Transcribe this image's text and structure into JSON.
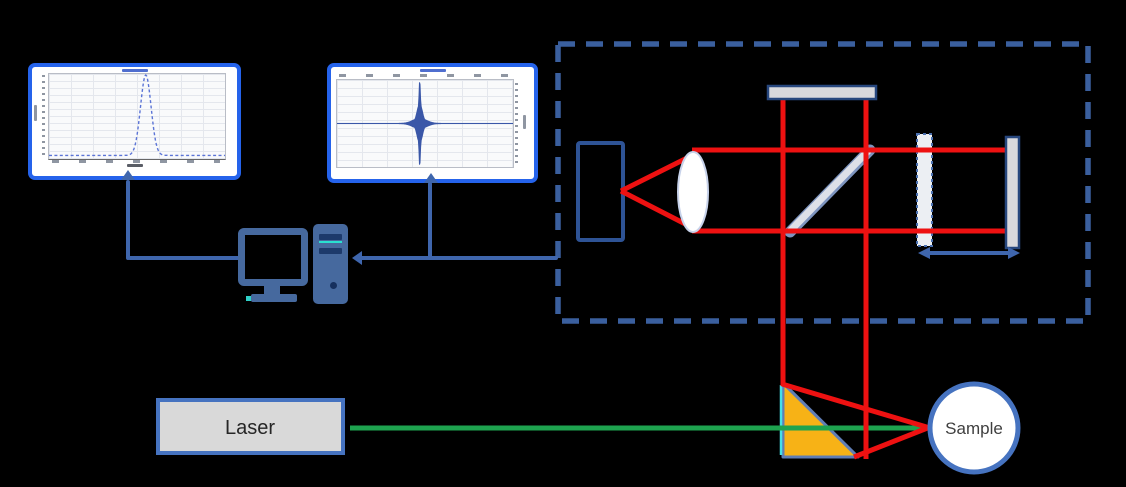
{
  "labels": {
    "laser": "Laser",
    "sample": "Sample"
  },
  "colors": {
    "background": "#000000",
    "screen_border": "#2563eb",
    "connector_blue": "#3f66ad",
    "enclosure_dash": "#3a5f9e",
    "beam_red": "#ee1111",
    "laser_green": "#1ea34f",
    "prism_fill": "#f7b216",
    "prism_edge": "#5f7db5",
    "prism_left_edge": "#45e0e8",
    "mirror_fill": "#d9d9dd",
    "mirror_edge": "#27477e",
    "component_blue": "#2e5395",
    "computer_icon": "#46699e",
    "sample_border": "#4673c0",
    "laser_fill": "#d9d9d9",
    "chart_curve": "#5b74d6",
    "interferogram_fill": "#3a57a8",
    "interferogram_midline": "#a9bcdd"
  },
  "chart_data": [
    {
      "id": "spectrum",
      "type": "line",
      "line_style": "dashed",
      "description": "narrow spectral peak rising from a flat baseline (monitor display, axis tick labels too small to read)",
      "x_range": [
        0,
        1
      ],
      "y_range": [
        0,
        1
      ],
      "baseline": 0.02,
      "peak": {
        "center": 0.55,
        "sigma": 0.03,
        "height": 1.0
      },
      "grid": true,
      "legend": "none"
    },
    {
      "id": "interferogram",
      "type": "line",
      "description": "interferogram centre-burst: tall narrow spike with symmetric bulge about the zero-path-difference point (monitor display, axis tick labels too small to read)",
      "x_range": [
        0,
        1
      ],
      "midline": 0.5,
      "burst": {
        "center": 0.47,
        "spike_sigma": 0.0065,
        "spike_amp": 1.0,
        "bulge_sigma": 0.022,
        "bulge_amp": 0.45,
        "tail_sigma": 0.055,
        "tail_amp": 0.12
      },
      "grid": true,
      "legend": "none"
    }
  ]
}
